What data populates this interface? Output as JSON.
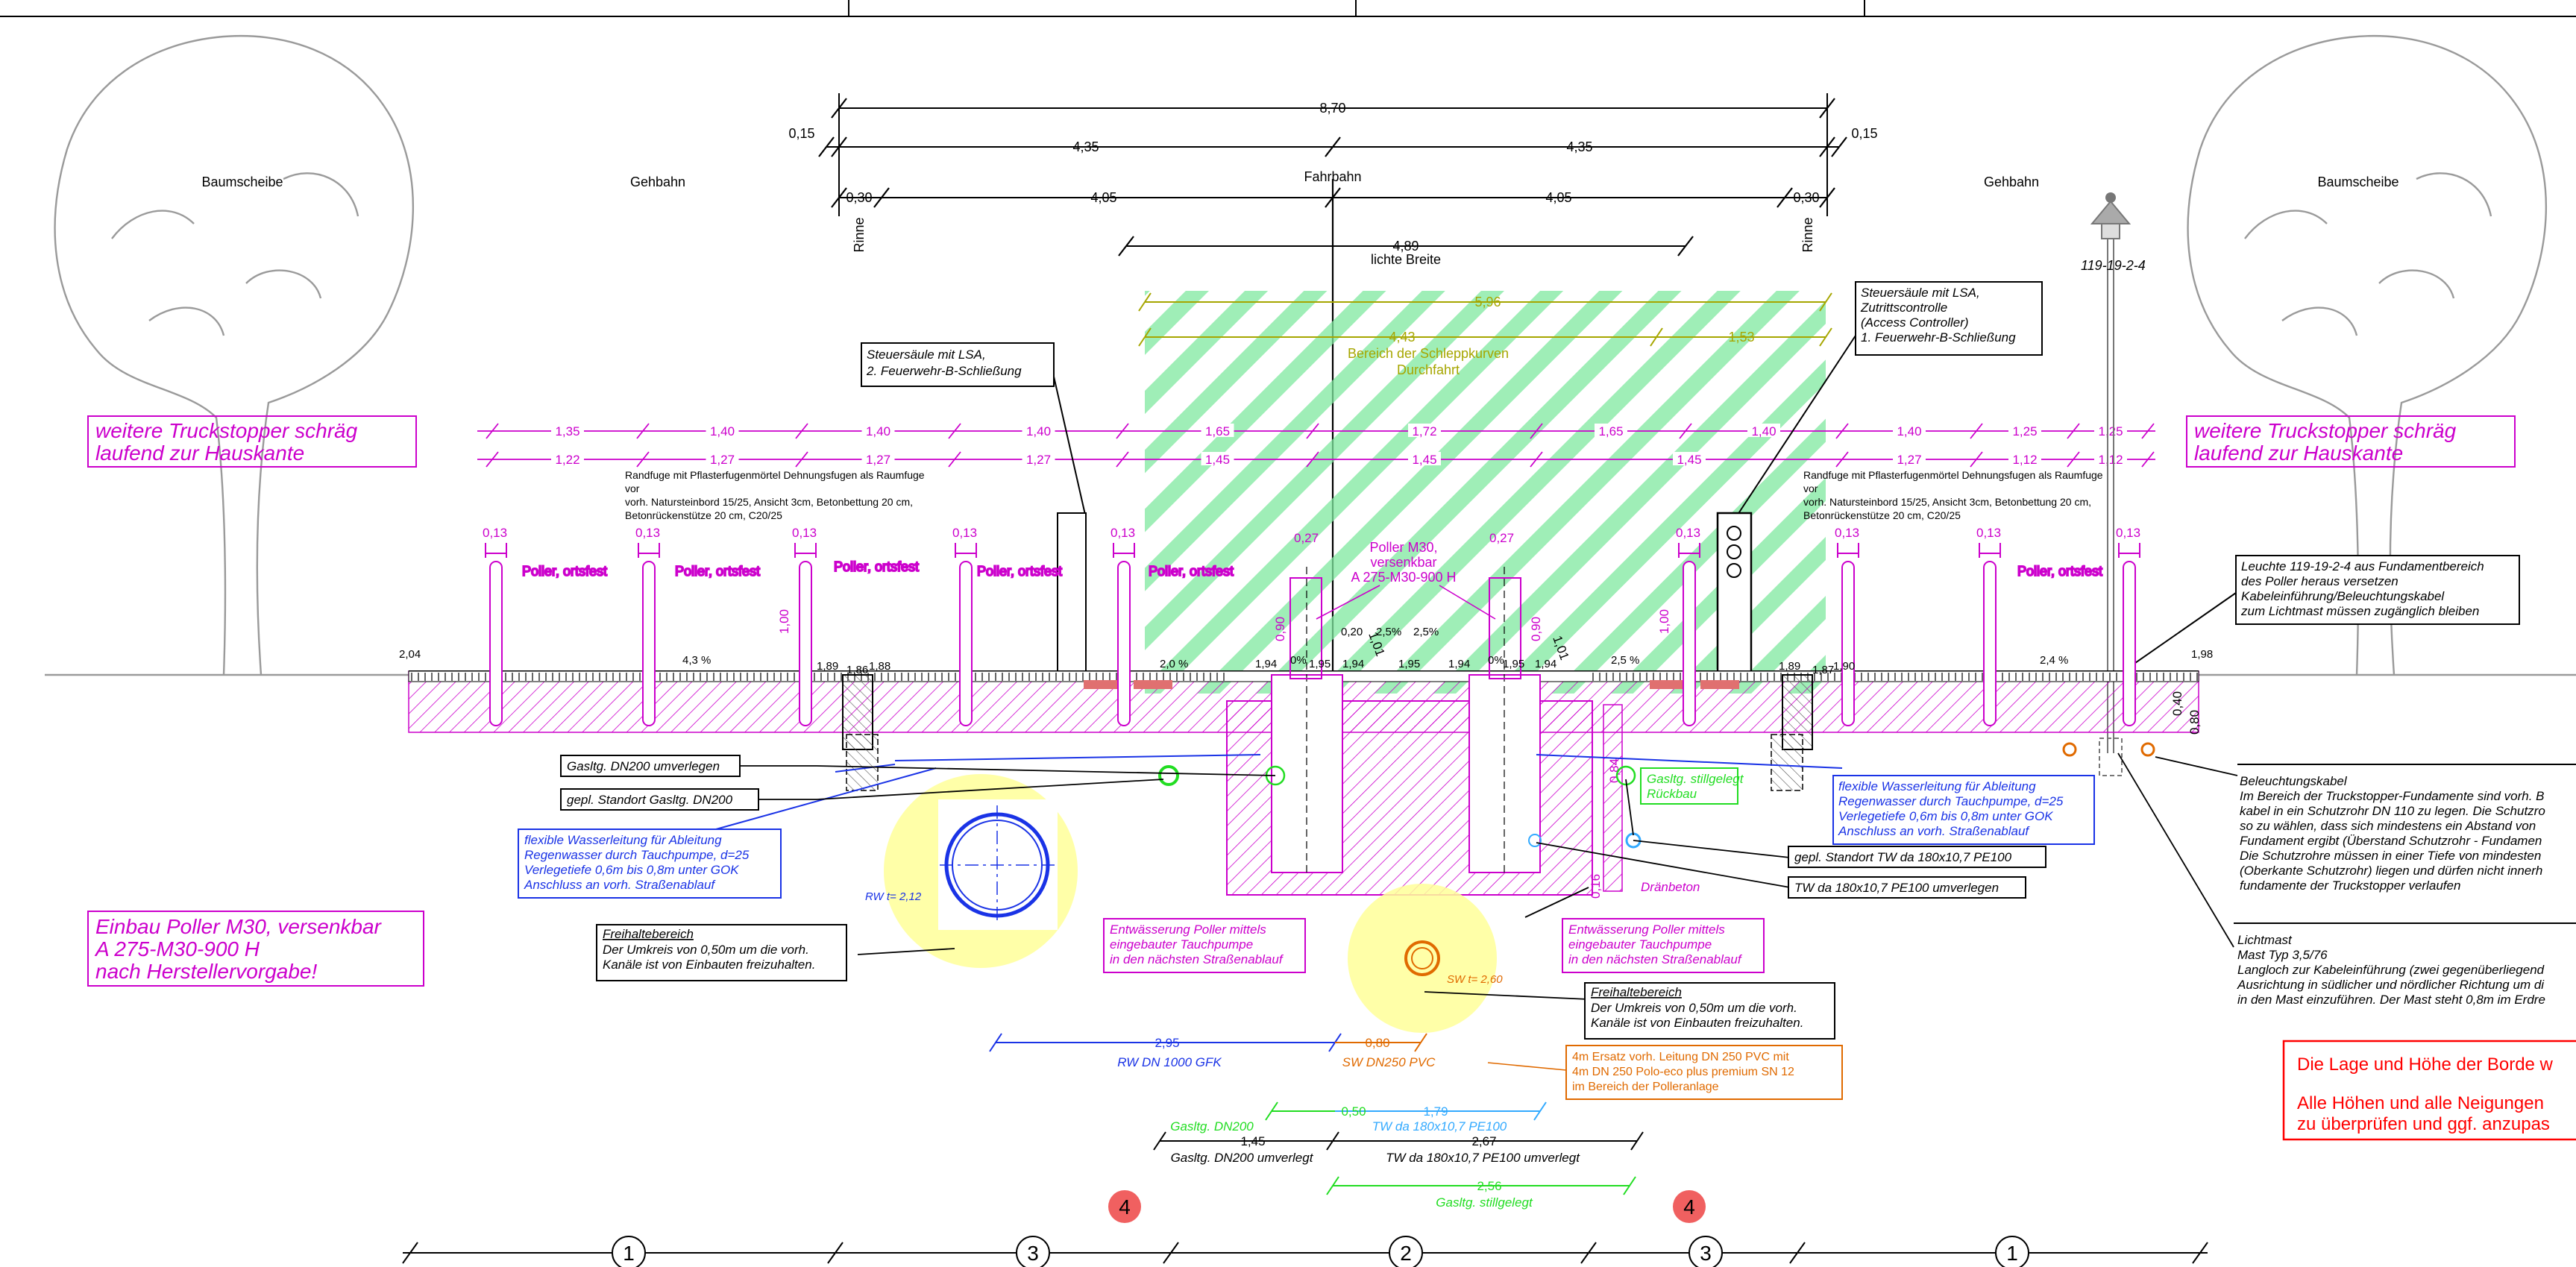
{
  "dims": {
    "top_total": "8,70",
    "edge_left": "0,15",
    "edge_right": "0,15",
    "half_left": "4,35",
    "half_right": "4,35",
    "rinne_left": "0,30",
    "rinne_right": "0,30",
    "lane_left": "4,05",
    "lane_right": "4,05",
    "clear_width": "4,89",
    "clear_width_label": "lichte Breite",
    "rinne_label": "Rinne",
    "swept_total": "5,96",
    "swept_a": "4,43",
    "swept_b": "1,53",
    "upper_row": [
      "1,35",
      "1,40",
      "1,40",
      "1,40",
      "1,65",
      "1,72",
      "1,65",
      "1,40",
      "1,40",
      "1,25",
      "1,25"
    ],
    "lower_row": [
      "1,22",
      "1,27",
      "1,27",
      "1,27",
      "1,45",
      "1,45",
      "1,45",
      "1,27",
      "1,12",
      "1,12"
    ],
    "bottom_row": {
      "rw": "2,95",
      "rw_label": "RW DN 1000 GFK",
      "sw": "0,80",
      "sw_label": "SW DN250 PVC",
      "gas_new": "0,50",
      "gas_new_label": "Gasltg. DN200",
      "tw_new": "1,79",
      "tw_new_label": "TW da 180x10,7 PE100",
      "gas_moved": "1,45",
      "gas_moved_label": "Gasltg. DN200 umverlegt",
      "tw_moved": "2,67",
      "tw_moved_label": "TW da 180x10,7 PE100 umverlegt",
      "gas_off": "2,56",
      "gas_off_label": "Gasltg. stillgelegt"
    }
  },
  "zones": {
    "baumscheibe_left": "Baumscheibe",
    "baumscheibe_right": "Baumscheibe",
    "gehbahn_left": "Gehbahn",
    "gehbahn_right": "Gehbahn",
    "fahrbahn": "Fahrbahn",
    "swept_area": "Bereich der Schleppkurven\nDurchfahrt"
  },
  "notes": {
    "truckstopper_left": "weitere Truckstopper schräg\nlaufend zur Hauskante",
    "truckstopper_right": "weitere Truckstopper schräg\nlaufend zur Hauskante",
    "einbau": "Einbau Poller M30, versenkbar\nA 275-M30-900 H\nnach Herstellervorgabe!",
    "steuer_2": "Steuersäule mit LSA,\n2. Feuerwehr-B-Schließung",
    "steuer_1": "Steuersäule mit LSA,\nZutrittscontrolle\n(Access Controller)\n1. Feuerwehr-B-Schließung",
    "randfuge": "Randfuge mit Pflasterfugenmörtel Dehnungsfugen als Raumfuge\nvor\nvorh. Natursteinbord 15/25, Ansicht 3cm, Betonbettung 20 cm,\nBetonrückenstütze 20 cm, C20/25",
    "poller_m30": "Poller M30,\nversenkbar\nA 275-M30-900 H",
    "poller_fest": "Poller, ortsfest",
    "leuchte": "Leuchte 119-19-2-4 aus Fundamentbereich\ndes Poller heraus versetzen\nKabeleinführung/Beleuchtungskabel\nzum Lichtmast müssen zugänglich bleiben",
    "lamp_type": "119-19-2-4",
    "gas_umverlegen": "Gasltg. DN200 umverlegen",
    "gas_standort": "gepl. Standort Gasltg. DN200",
    "wasser_left": "flexible Wasserleitung für Ableitung\nRegenwasser durch Tauchpumpe, d=25\nVerlegetiefe 0,6m bis 0,8m unter GOK\nAnschluss an vorh. Straßenablauf",
    "wasser_right": "flexible Wasserleitung für Ableitung\nRegenwasser durch Tauchpumpe, d=25\nVerlegetiefe 0,6m bis 0,8m unter GOK\nAnschluss an vorh. Straßenablauf",
    "gas_stillgelegt": "Gasltg. stillgelegt\nRückbau",
    "tw_standort": "gepl. Standort TW da 180x10,7 PE100",
    "tw_umverlegen": "TW da 180x10,7 PE100 umverlegen",
    "draenbeton": "Dränbeton",
    "entw_left": "Entwässerung Poller mittels\neingebauter Tauchpumpe\nin den nächsten Straßenablauf",
    "entw_right": "Entwässerung Poller mittels\neingebauter Tauchpumpe\nin den nächsten Straßenablauf",
    "freihalte_title": "Freihaltebereich",
    "freihalte_text": "Der Umkreis von 0,50m um die vorh.\nKanäle ist von Einbauten freizuhalten.",
    "ersatz": "4m Ersatz vorh. Leitung DN 250 PVC mit\n4m DN 250 Polo-eco plus premium SN 12\nim Bereich der Polleranlage",
    "beleuchtung_title": "Beleuchtungskabel",
    "beleuchtung_text": "Im Bereich der Truckstopper-Fundamente sind vorh. B\nkabel in ein Schutzrohr DN 110 zu legen. Die Schutzro\nso zu wählen, dass sich mindestens ein Abstand von\nFundament ergibt (Überstand Schutzrohr - Fundamen\nDie Schutzrohre müssen in einer Tiefe von mindesten\n(Oberkante Schutzrohr) liegen und dürfen nicht innerh\nfundamente der Truckstopper verlaufen",
    "lichtmast_title": "Lichtmast",
    "lichtmast_text": "Mast Typ 3,5/76\nLangloch zur Kabeleinführung (zwei gegenüberliegend\nAusrichtung in südlicher und nördlicher Richtung um di\nin den Mast einzuführen. Der Mast steht 0,8m im Erdre",
    "warn_1": "Die Lage und Höhe der Borde w",
    "warn_2": "Alle Höhen und alle Neigungen",
    "warn_3": "zu überprüfen und ggf. anzupas"
  },
  "levels": {
    "l204": "2,04",
    "l189a": "1,89",
    "l186": "1,86",
    "l188": "1,88",
    "l194a": "1,94",
    "l195a": "1,95",
    "l194b": "1,94",
    "l195b": "1,95",
    "l194c": "1,94",
    "l195c": "1,95",
    "l194d": "1,94",
    "l189b": "1,89",
    "l187": "1,87",
    "l190": "1,90",
    "l198": "1,98",
    "s43": "4,3 %",
    "s20": "2,0 %",
    "s25a": "2,5%",
    "s25b": "2,5%",
    "s25c": "2,5 %",
    "s24": "2,4 %",
    "s0a": "0%",
    "s0b": "0%",
    "w013": "0,13",
    "w027": "0,27",
    "h090": "0,90",
    "h100": "1,00",
    "w020": "0,20",
    "d1": "1,01",
    "d2": "1,01",
    "h080": "0,80",
    "h040": "0,40",
    "h016": "0,16",
    "h084": "0,84",
    "rw_t": "RW  t= 2,12",
    "sw_t": "SW  t= 2,60"
  },
  "markers": {
    "m4a": "4",
    "m4b": "4",
    "sections": [
      "1",
      "3",
      "2",
      "3",
      "1"
    ]
  },
  "colors": {
    "black": "#000000",
    "magenta": "#cc00cc",
    "blue": "#1a33e6",
    "green": "#22dd22",
    "yellow": "#ffff99",
    "olive": "#a6a600",
    "orange": "#e06a00",
    "red": "#ff0000",
    "lightblue": "#33aaff",
    "hatch_green": "#7fe89e"
  },
  "icons": {
    "tree": "tree-icon",
    "lamp": "street-lamp-icon",
    "pipe": "pipe-section-icon"
  }
}
